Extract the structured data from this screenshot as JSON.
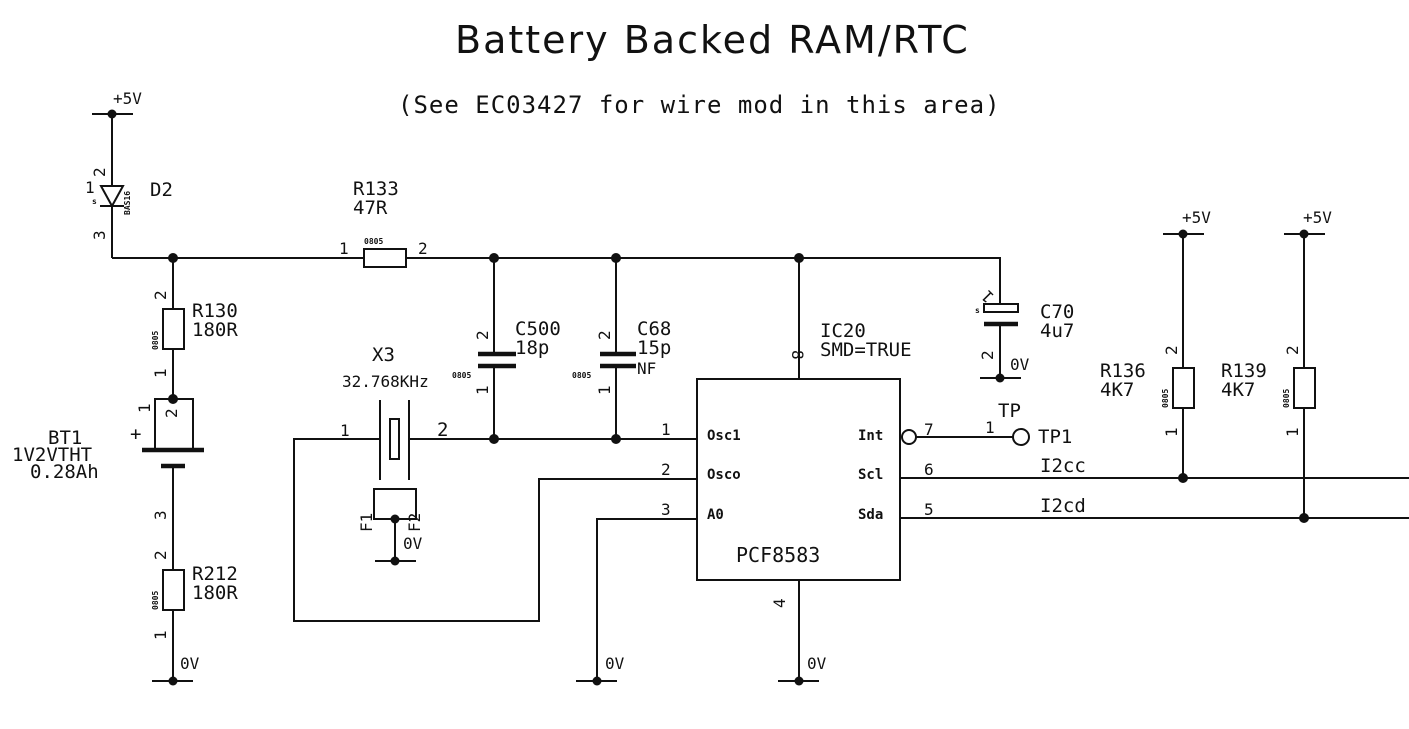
{
  "title": "Battery Backed RAM/RTC",
  "subtitle": "(See EC03427 for wire mod in this area)",
  "power": {
    "vcc": "+5V",
    "gnd": "0V"
  },
  "components": {
    "D2": {
      "ref": "D2",
      "part": "BAS16",
      "pins": [
        "1",
        "2",
        "3"
      ],
      "pkg": "s"
    },
    "R133": {
      "ref": "R133",
      "value": "47R",
      "pkg": "0805",
      "pins": [
        "1",
        "2"
      ]
    },
    "R130": {
      "ref": "R130",
      "value": "180R",
      "pkg": "0805",
      "pins": [
        "1",
        "2"
      ]
    },
    "BT1": {
      "ref": "BT1",
      "value": "1V2VTHT",
      "capacity": "0.28Ah",
      "pins": [
        "1",
        "2",
        "3"
      ],
      "polarity": "+"
    },
    "R212": {
      "ref": "R212",
      "value": "180R",
      "pkg": "0805",
      "pins": [
        "1",
        "2"
      ]
    },
    "X3": {
      "ref": "X3",
      "value": "32.768KHz",
      "pins": [
        "1",
        "2"
      ],
      "frame_pins": [
        "F1",
        "F2"
      ]
    },
    "C500": {
      "ref": "C500",
      "value": "18p",
      "pkg": "0805",
      "pins": [
        "1",
        "2"
      ]
    },
    "C68": {
      "ref": "C68",
      "value": "15p",
      "note": "NF",
      "pkg": "0805",
      "pins": [
        "1",
        "2"
      ]
    },
    "IC20": {
      "ref": "IC20",
      "attr": "SMD=TRUE",
      "part": "PCF8583",
      "left_pins": [
        {
          "num": "1",
          "name": "Osc1"
        },
        {
          "num": "2",
          "name": "Osco"
        },
        {
          "num": "3",
          "name": "A0"
        }
      ],
      "right_pins": [
        {
          "num": "7",
          "name": "Int"
        },
        {
          "num": "6",
          "name": "Scl"
        },
        {
          "num": "5",
          "name": "Sda"
        }
      ],
      "vdd_pin": "8",
      "vss_pin": "4"
    },
    "C70": {
      "ref": "C70",
      "value": "4u7",
      "pkg": "s",
      "pins": [
        "1",
        "2"
      ]
    },
    "TP1": {
      "ref": "TP1",
      "type": "TP",
      "pin": "1"
    },
    "R136": {
      "ref": "R136",
      "value": "4K7",
      "pkg": "0805",
      "pins": [
        "1",
        "2"
      ]
    },
    "R139": {
      "ref": "R139",
      "value": "4K7",
      "pkg": "0805",
      "pins": [
        "1",
        "2"
      ]
    }
  },
  "nets": {
    "scl": "I2cc",
    "sda": "I2cd"
  }
}
